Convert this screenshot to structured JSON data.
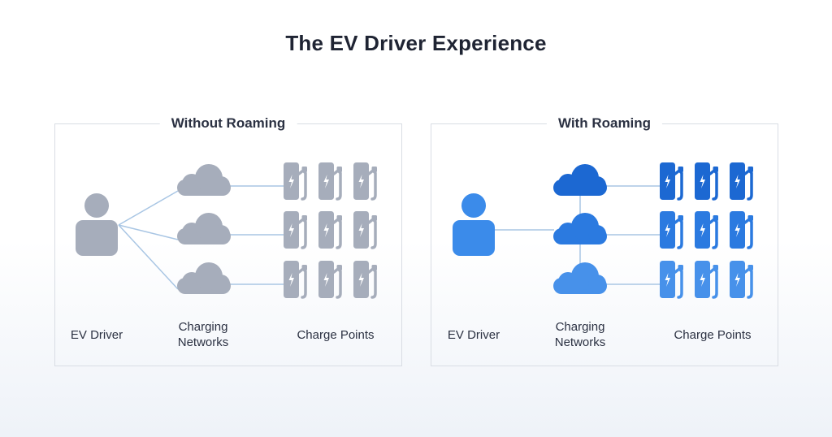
{
  "title": "The EV Driver Experience",
  "panels": [
    {
      "id": "without",
      "title": "Without Roaming",
      "labels": {
        "driver": "EV Driver",
        "networks_line1": "Charging",
        "networks_line2": "Networks",
        "points": "Charge Points"
      },
      "colors": {
        "primary": "#a6adbb",
        "line": "#a9c6e4"
      },
      "networks_interconnected": false,
      "networks_count": 3,
      "charge_points_per_network": 3
    },
    {
      "id": "with",
      "title": "With Roaming",
      "labels": {
        "driver": "EV Driver",
        "networks_line1": "Charging",
        "networks_line2": "Networks",
        "points": "Charge Points"
      },
      "colors": {
        "cloud_top": "#1c68d2",
        "cloud_mid": "#2b7ae0",
        "cloud_bottom": "#4791ea",
        "driver": "#3b8bea",
        "line": "#a9c6e4"
      },
      "networks_interconnected": true,
      "networks_count": 3,
      "charge_points_per_network": 3
    }
  ],
  "icons": [
    "person-icon",
    "cloud-icon",
    "charge-point-icon"
  ]
}
